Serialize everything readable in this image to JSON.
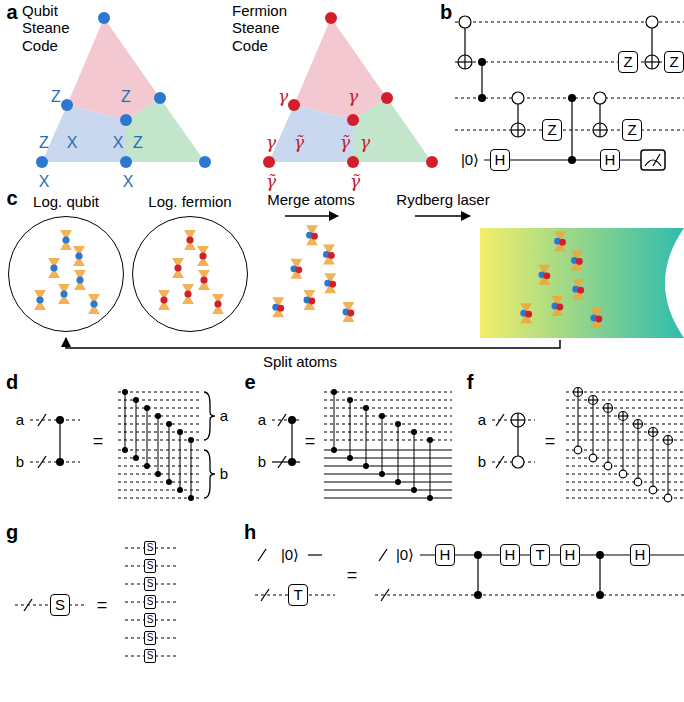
{
  "diagram": {
    "nodes": [
      {
        "text": [
          "Z"
        ]
      },
      {
        "text": [
          "Z"
        ]
      },
      {
        "text": [
          "Z"
        ]
      },
      {
        "text": [
          "Z"
        ]
      },
      {
        "text": [
          "H"
        ]
      },
      {
        "text": [
          "H"
        ]
      },
      {
        "text": [
          "Log. qubit"
        ]
      },
      {
        "text": [
          "Log. fermion"
        ]
      },
      {
        "text": [
          "S"
        ]
      },
      {
        "text": [
          "S"
        ]
      },
      {
        "text": [
          "S"
        ]
      },
      {
        "text": [
          "S"
        ]
      },
      {
        "text": [
          "S"
        ]
      },
      {
        "text": [
          "S"
        ]
      },
      {
        "text": [
          "S"
        ]
      },
      {
        "text": [
          "S"
        ]
      },
      {
        "text": [
          "T"
        ]
      },
      {
        "text": [
          "H"
        ]
      },
      {
        "text": [
          "H"
        ]
      },
      {
        "text": [
          "T"
        ]
      },
      {
        "text": [
          "H"
        ]
      },
      {
        "text": [
          "H"
        ]
      }
    ],
    "labels": [
      "a",
      "Qubit Steane Code",
      "Fermion Steane Code",
      "Z",
      "Z",
      "Z",
      "X",
      "X",
      "Z",
      "X",
      "X",
      "γ",
      "γ",
      "γ",
      "γ̃",
      "γ̃",
      "γ",
      "γ̃",
      "γ̃",
      "b",
      "|0⟩",
      "c",
      "Merge atoms",
      "Rydberg laser",
      "Split atoms",
      "d",
      "a",
      "b",
      "=",
      "a",
      "b",
      "e",
      "a",
      "b",
      "=",
      "f",
      "a",
      "b",
      "=",
      "g",
      "=",
      "h",
      "|0⟩",
      "=",
      "|0⟩"
    ]
  }
}
